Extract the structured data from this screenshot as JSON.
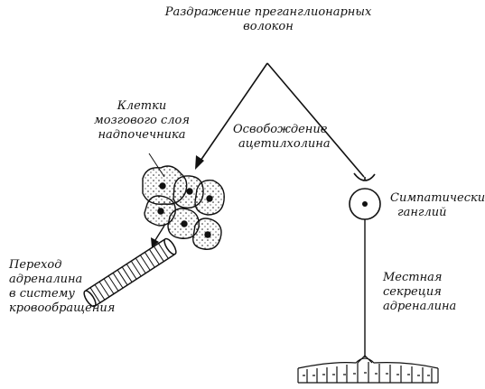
{
  "labels": {
    "stimulation": [
      "Раздражение преганглионарных",
      "волокон"
    ],
    "adrenal_cells": [
      "Клетки",
      "мозгового слоя",
      "надпочечника"
    ],
    "ach_release": [
      "Освобождение",
      "ацетилхолина"
    ],
    "sympathetic_ganglion": [
      "Симпатический",
      "ганглий"
    ],
    "adrenaline_transfer": [
      "Переход",
      "адреналина",
      "в систему",
      "кровообращения"
    ],
    "local_secretion": [
      "Местная",
      "секреция",
      "адреналина"
    ]
  }
}
